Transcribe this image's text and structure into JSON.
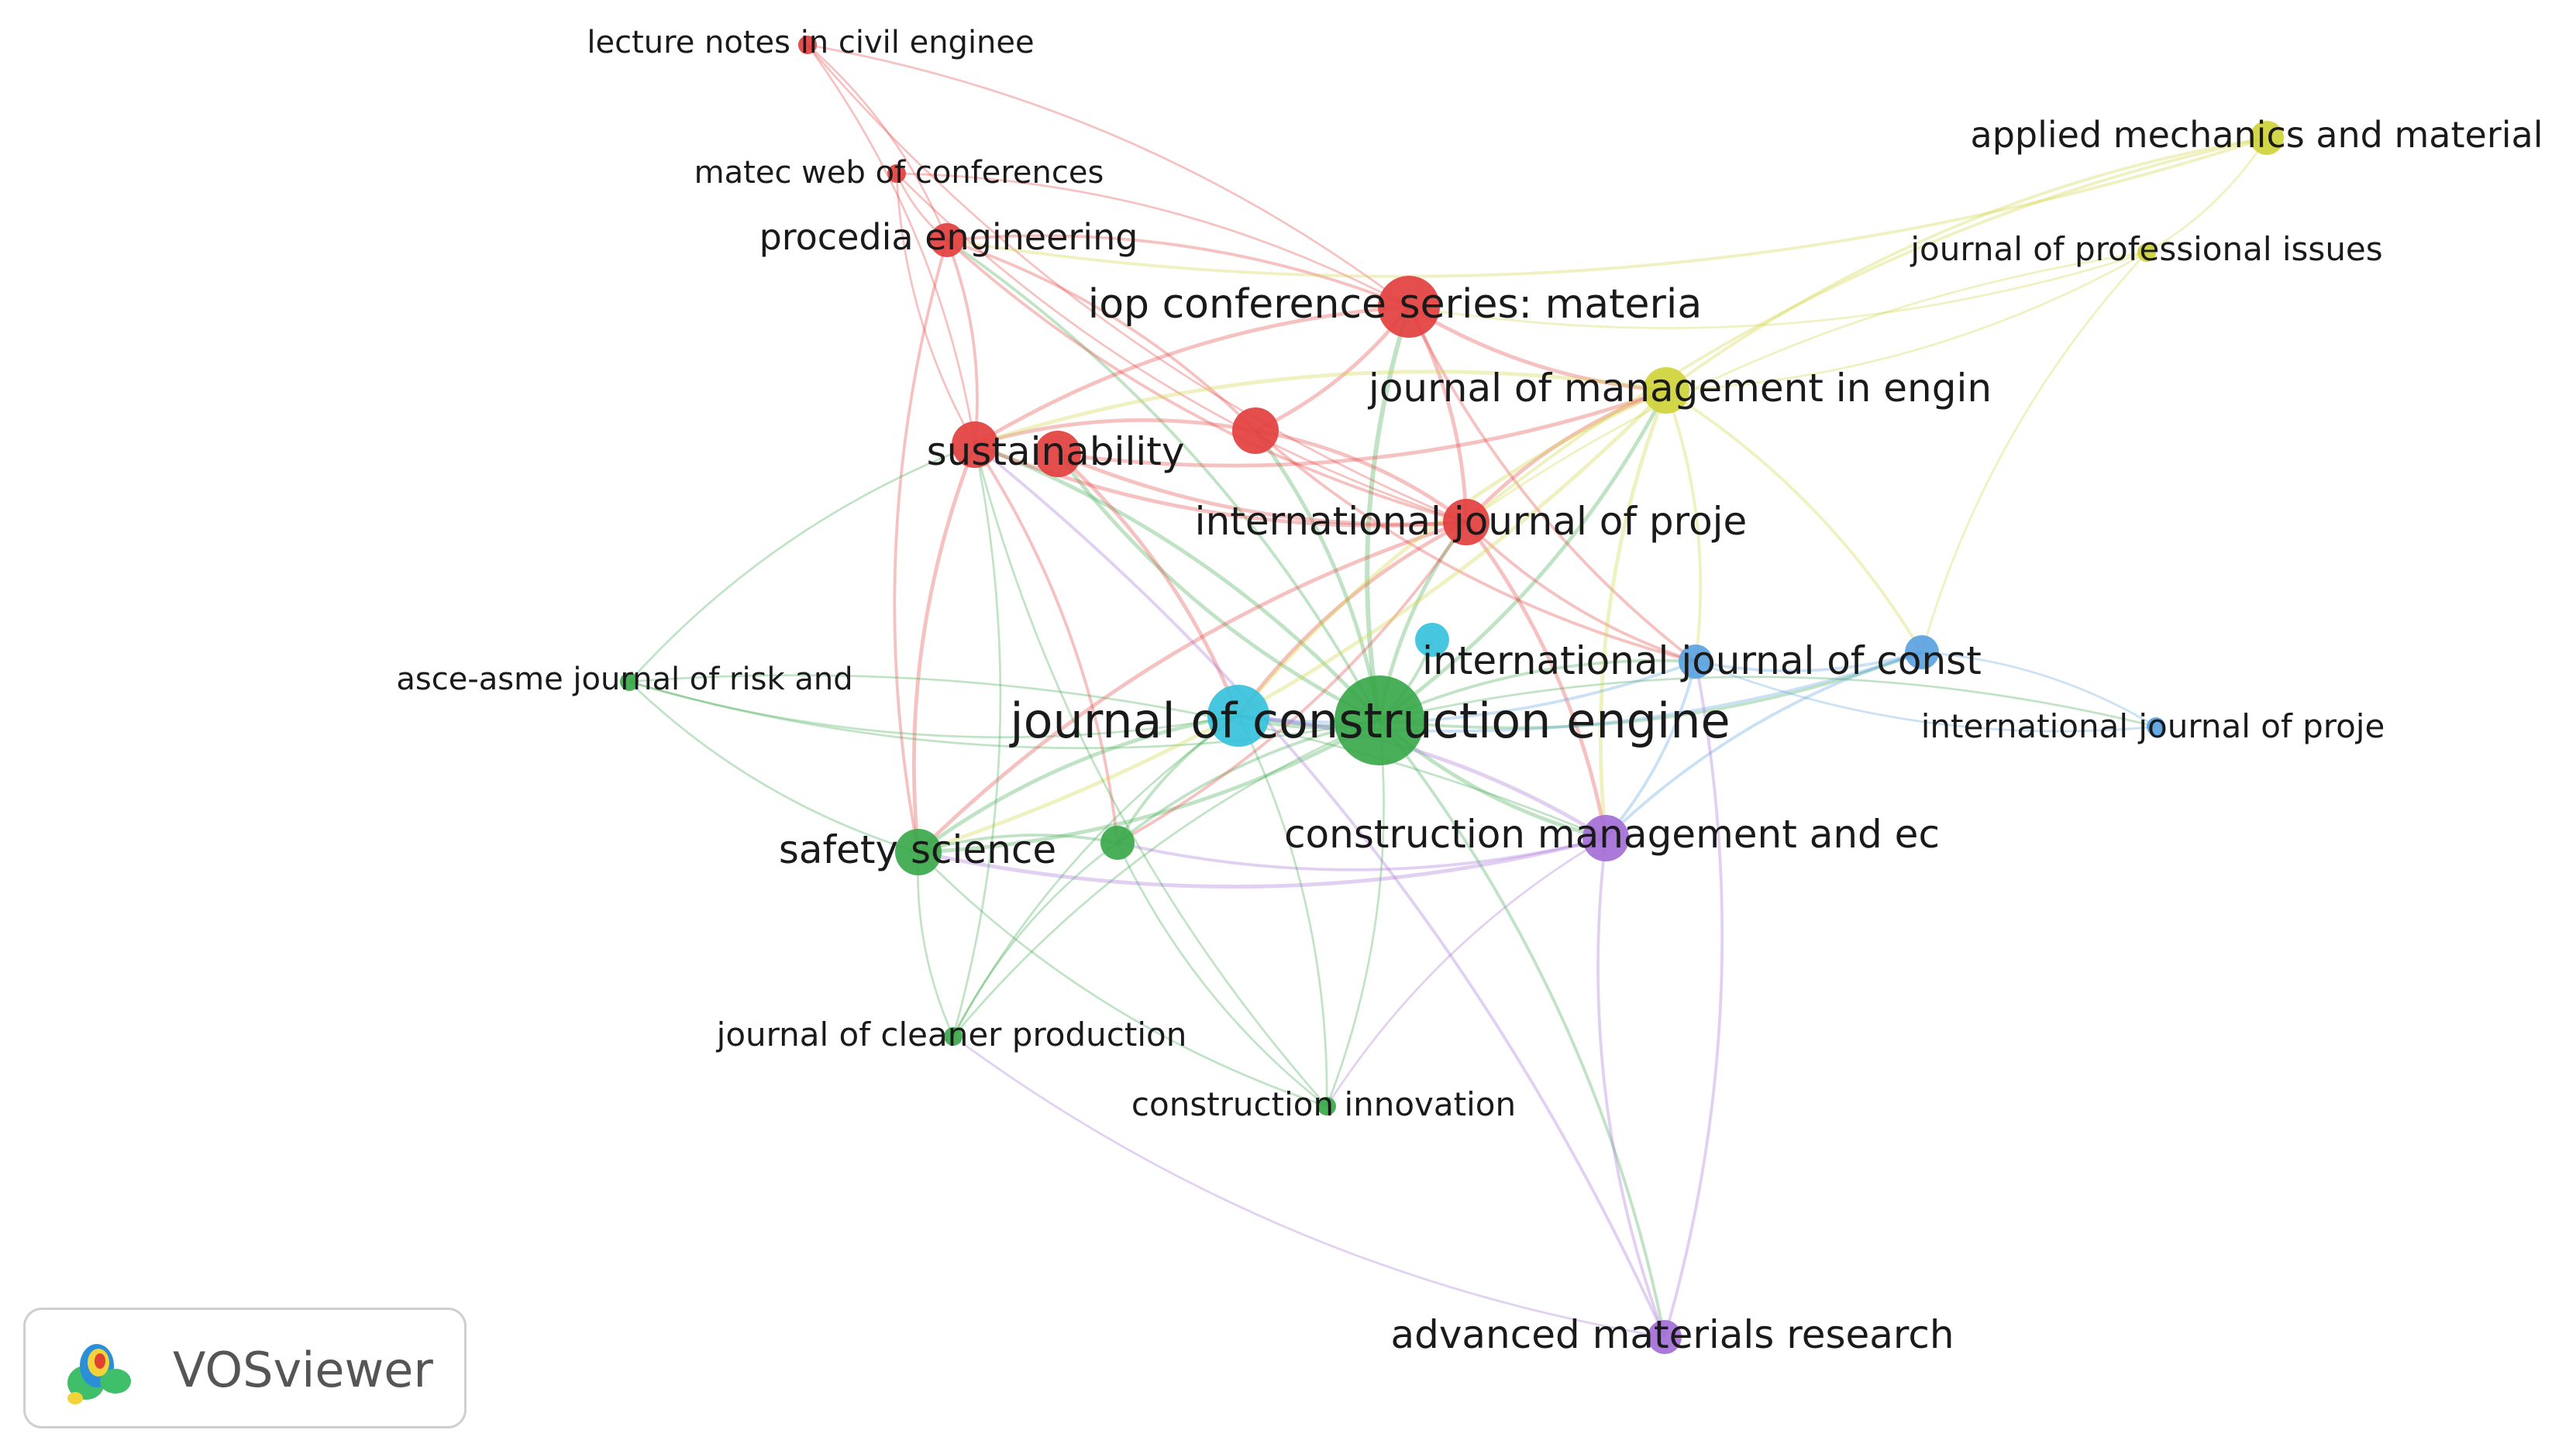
{
  "network": {
    "nodes": [
      {
        "id": "lncs",
        "label": "lecture notes in civil enginee",
        "cluster": "red",
        "weight": 1
      },
      {
        "id": "matec",
        "label": "matec web of conferences",
        "cluster": "red",
        "weight": 1
      },
      {
        "id": "proc",
        "label": "procedia engineering",
        "cluster": "red",
        "weight": 2
      },
      {
        "id": "iop",
        "label": "iop conference series: materia",
        "cluster": "red",
        "weight": 4
      },
      {
        "id": "sust",
        "label": "sustainability",
        "cluster": "red",
        "weight": 3
      },
      {
        "id": "sust2",
        "label": "",
        "cluster": "red",
        "weight": 3
      },
      {
        "id": "redx",
        "label": "",
        "cluster": "red",
        "weight": 3
      },
      {
        "id": "ijpm",
        "label": "international journal of proje",
        "cluster": "red",
        "weight": 3
      },
      {
        "id": "jme",
        "label": "journal of management in engin",
        "cluster": "yellow",
        "weight": 3
      },
      {
        "id": "amm",
        "label": "applied mechanics and material",
        "cluster": "yellow",
        "weight": 2
      },
      {
        "id": "jpi",
        "label": "journal of professional issues",
        "cluster": "yellow",
        "weight": 1
      },
      {
        "id": "ijcm",
        "label": "international journal of const",
        "cluster": "blue",
        "weight": 2
      },
      {
        "id": "ijpo",
        "label": "international journal of proje",
        "cluster": "blue",
        "weight": 1
      },
      {
        "id": "bluex",
        "label": "",
        "cluster": "blue",
        "weight": 2
      },
      {
        "id": "jce",
        "label": "journal of construction engine",
        "cluster": "green",
        "weight": 6
      },
      {
        "id": "cyan1",
        "label": "",
        "cluster": "cyan",
        "weight": 4
      },
      {
        "id": "cyan2",
        "label": "",
        "cluster": "cyan",
        "weight": 2
      },
      {
        "id": "ss",
        "label": "safety science",
        "cluster": "green",
        "weight": 3
      },
      {
        "id": "gx",
        "label": "",
        "cluster": "green",
        "weight": 2
      },
      {
        "id": "asce",
        "label": "asce-asme journal of risk and",
        "cluster": "green",
        "weight": 1
      },
      {
        "id": "jcp",
        "label": "journal of cleaner production",
        "cluster": "green",
        "weight": 1
      },
      {
        "id": "ci",
        "label": "construction innovation",
        "cluster": "green",
        "weight": 1
      },
      {
        "id": "cme",
        "label": "construction management and ec",
        "cluster": "purple",
        "weight": 3
      },
      {
        "id": "amr",
        "label": "advanced materials research",
        "cluster": "purple",
        "weight": 2
      }
    ],
    "colors": {
      "red": "#e2403f",
      "yellow": "#cfd23a",
      "blue": "#5aa2e0",
      "cyan": "#37c1dc",
      "green": "#3aa84a",
      "purple": "#a46ed6"
    }
  },
  "brand": {
    "name": "VOSviewer",
    "icon": "vosviewer-logo-icon"
  }
}
